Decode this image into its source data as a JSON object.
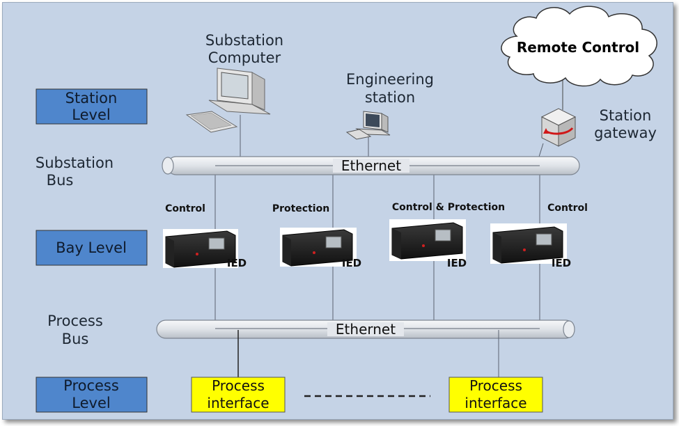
{
  "levels": {
    "station": [
      "Station",
      "Level"
    ],
    "bay": "Bay Level",
    "process": [
      "Process",
      "Level"
    ]
  },
  "buses": {
    "substation": [
      "Substation",
      "Bus"
    ],
    "process": [
      "Process",
      "Bus"
    ]
  },
  "ethernet_label": "Ethernet",
  "devices": {
    "substation_computer": [
      "Substation",
      "Computer"
    ],
    "engineering_station": [
      "Engineering",
      "station"
    ],
    "station_gateway": [
      "Station",
      "gateway"
    ],
    "remote_control": "Remote Control"
  },
  "bay_units": [
    {
      "function": "Control",
      "device": "IED"
    },
    {
      "function": "Protection",
      "device": "IED"
    },
    {
      "function": "Control & Protection",
      "device": "IED"
    },
    {
      "function": "Control",
      "device": "IED"
    }
  ],
  "process_interfaces": [
    [
      "Process",
      "interface"
    ],
    [
      "Process",
      "interface"
    ]
  ],
  "ellipsis": "- - - - - - - - - - - -",
  "colors": {
    "background": "#c5d3e6",
    "level_box": "#4f86cc",
    "process_box": "#ffff00",
    "bus_pipe": "#e6e9ee"
  }
}
